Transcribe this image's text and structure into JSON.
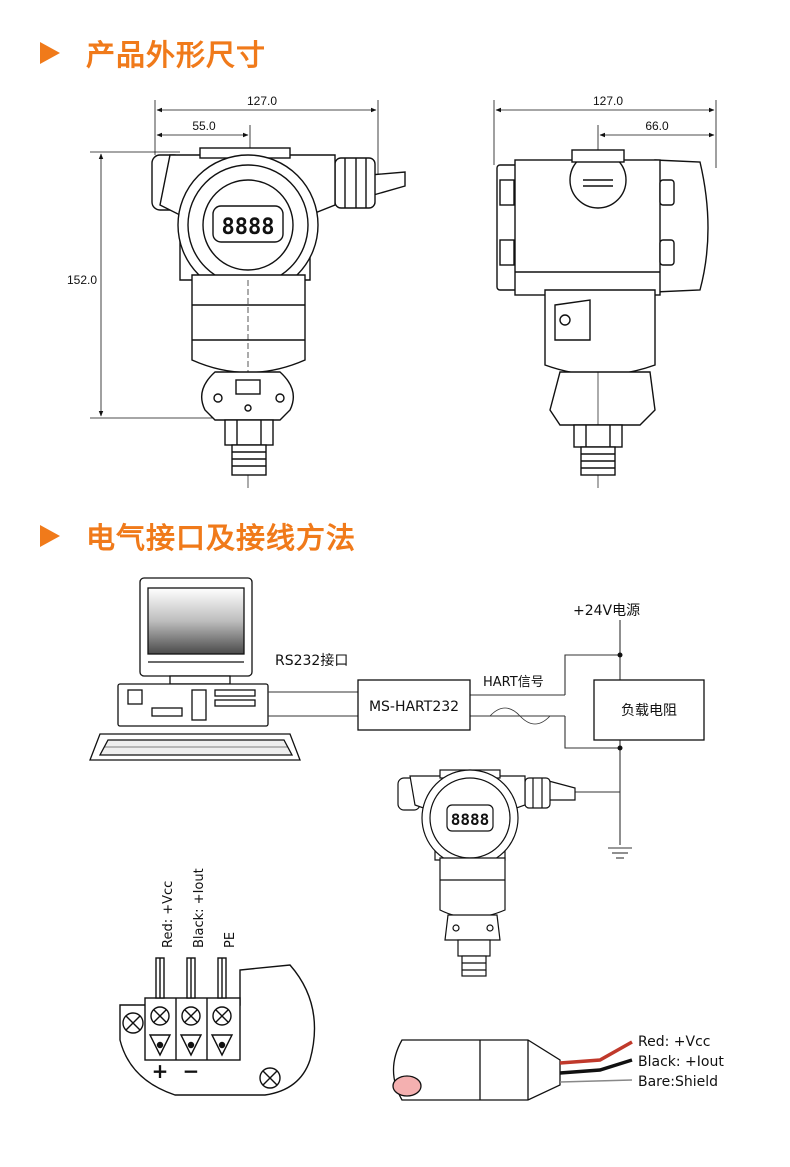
{
  "sections": {
    "dimensions_title": "产品外形尺寸",
    "wiring_title": "电气接口及接线方法"
  },
  "dimensions": {
    "front_width": "127.0",
    "front_offset": "55.0",
    "front_height": "152.0",
    "side_width": "127.0",
    "side_offset": "66.0"
  },
  "display_digits": "8888",
  "wiring": {
    "rs232": "RS232接口",
    "converter": "MS-HART232",
    "hart_signal": "HART信号",
    "power": "+24V电源",
    "load": "负载电阻"
  },
  "terminals": {
    "red": "Red: +Vcc",
    "black": "Black: +Iout",
    "pe": "PE",
    "plus": "+",
    "minus": "−"
  },
  "cable": {
    "red": "Red: +Vcc",
    "black": "Black: +Iout",
    "bare": "Bare:Shield"
  },
  "colors": {
    "accent": "#f07a1a",
    "red_wire": "#c0392b",
    "black_wire": "#111111"
  }
}
